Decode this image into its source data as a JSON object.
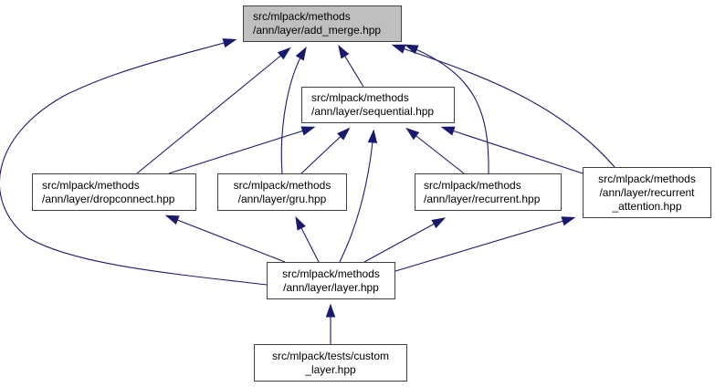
{
  "diagram": {
    "type": "doxygen-include-dependency-graph",
    "edge_color": "#191970",
    "root_fill": "#bfbfbf",
    "nodes": [
      {
        "id": "add_merge",
        "label": "src/mlpack/methods\n/ann/layer/add_merge.hpp",
        "root": true
      },
      {
        "id": "sequential",
        "label": "src/mlpack/methods\n/ann/layer/sequential.hpp"
      },
      {
        "id": "dropconnect",
        "label": "src/mlpack/methods\n/ann/layer/dropconnect.hpp"
      },
      {
        "id": "gru",
        "label": "src/mlpack/methods\n/ann/layer/gru.hpp"
      },
      {
        "id": "recurrent",
        "label": "src/mlpack/methods\n/ann/layer/recurrent.hpp"
      },
      {
        "id": "recurrent_attention",
        "label": "src/mlpack/methods\n/ann/layer/recurrent\n_attention.hpp"
      },
      {
        "id": "layer",
        "label": "src/mlpack/methods\n/ann/layer/layer.hpp"
      },
      {
        "id": "custom_layer",
        "label": "src/mlpack/tests/custom\n_layer.hpp"
      }
    ],
    "edges": [
      {
        "from": "sequential",
        "to": "add_merge"
      },
      {
        "from": "dropconnect",
        "to": "add_merge"
      },
      {
        "from": "gru",
        "to": "add_merge"
      },
      {
        "from": "recurrent",
        "to": "add_merge"
      },
      {
        "from": "recurrent_attention",
        "to": "add_merge"
      },
      {
        "from": "layer",
        "to": "add_merge"
      },
      {
        "from": "dropconnect",
        "to": "sequential"
      },
      {
        "from": "gru",
        "to": "sequential"
      },
      {
        "from": "recurrent",
        "to": "sequential"
      },
      {
        "from": "recurrent_attention",
        "to": "sequential"
      },
      {
        "from": "layer",
        "to": "sequential"
      },
      {
        "from": "layer",
        "to": "dropconnect"
      },
      {
        "from": "layer",
        "to": "gru"
      },
      {
        "from": "layer",
        "to": "recurrent"
      },
      {
        "from": "layer",
        "to": "recurrent_attention"
      },
      {
        "from": "custom_layer",
        "to": "layer"
      }
    ]
  }
}
